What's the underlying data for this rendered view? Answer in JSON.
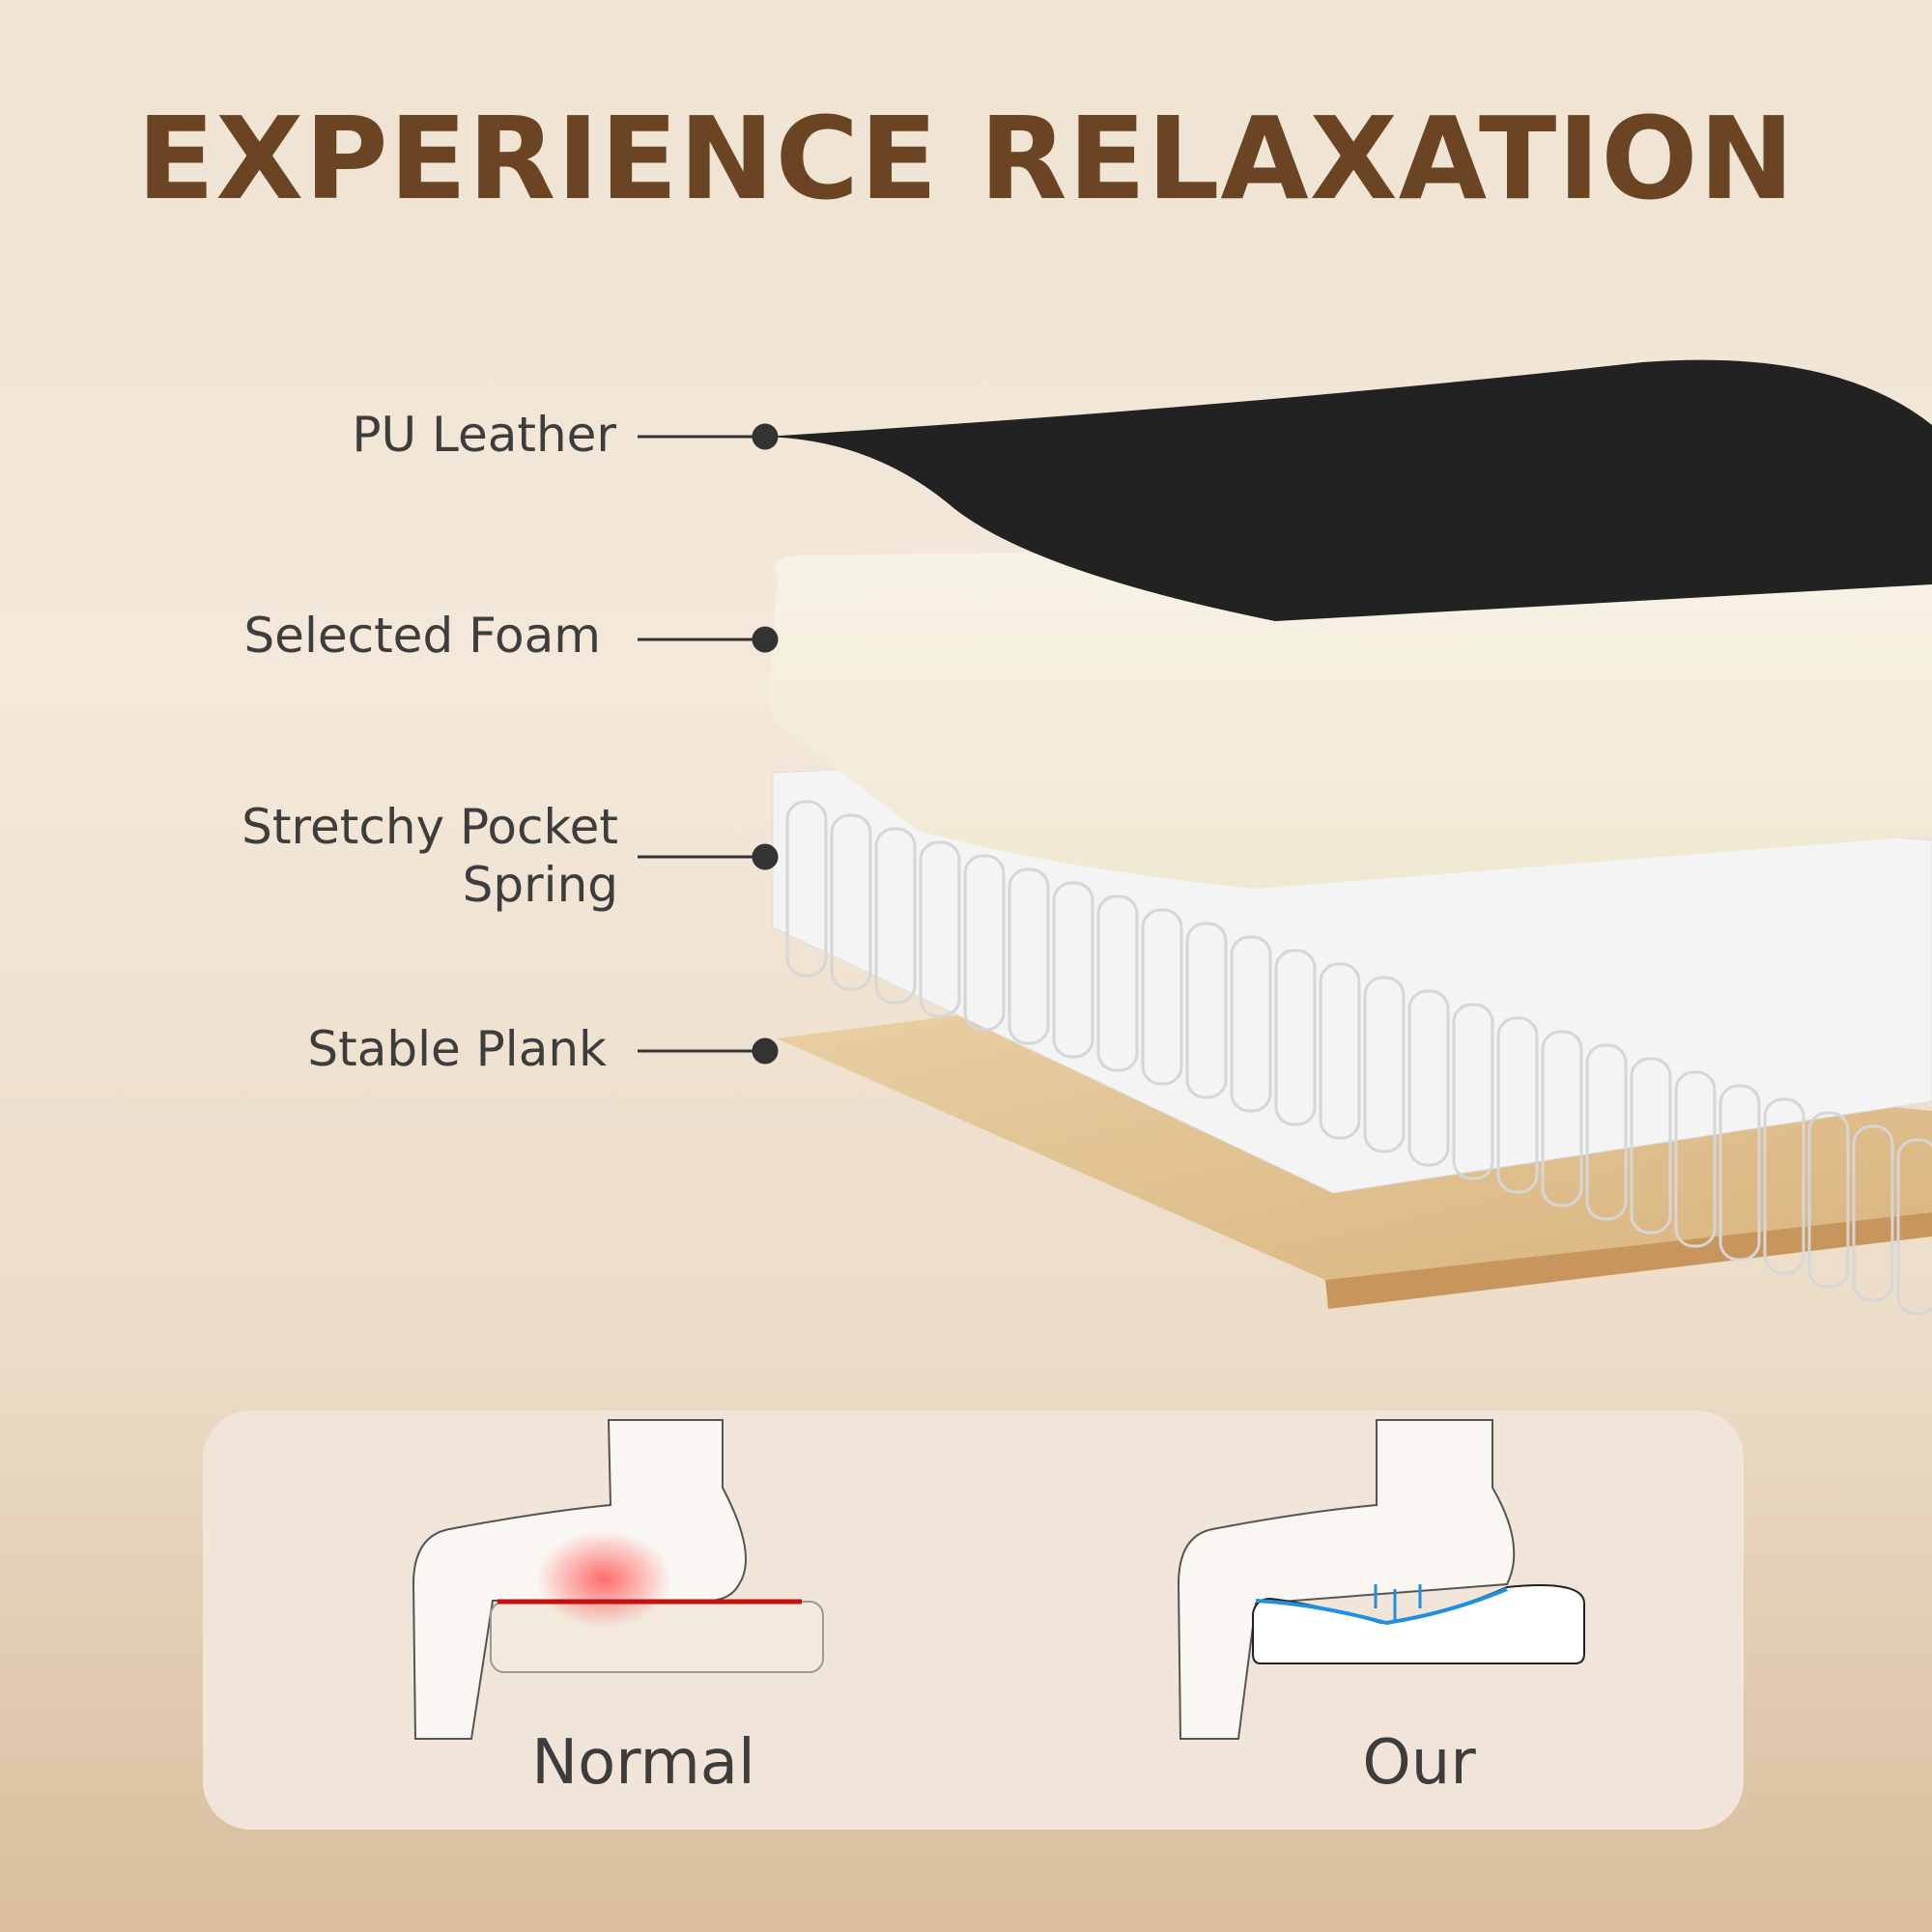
{
  "title": "EXPERIENCE RELAXATION",
  "layers": [
    {
      "label": "PU Leather"
    },
    {
      "label": "Selected Foam"
    },
    {
      "label": "Stretchy Pocket Spring",
      "line1": "Stretchy Pocket",
      "line2": "Spring"
    },
    {
      "label": "Stable Plank"
    }
  ],
  "comparison": {
    "normal_label": "Normal",
    "our_label": "Our"
  },
  "colors": {
    "title": "#6b4423",
    "pressure": "#c41010",
    "support": "#1e90e0"
  }
}
